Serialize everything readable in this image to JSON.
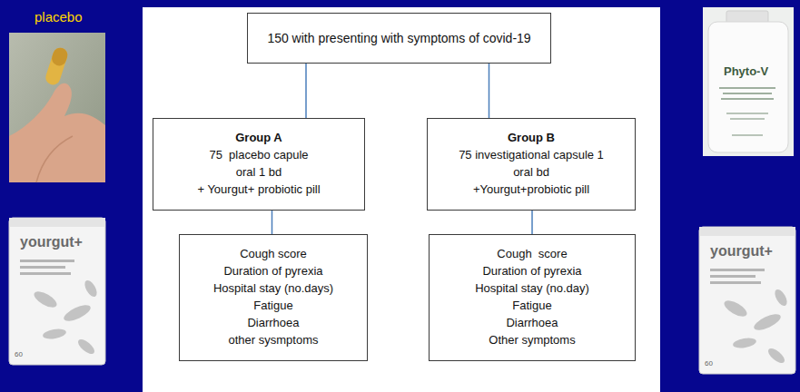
{
  "diagram": {
    "nodes": [
      {
        "text": [
          "150 with presenting with symptoms of covid-19"
        ]
      },
      {
        "text": [
          "Group A",
          "75  placebo capule",
          "oral 1 bd",
          "+ Yourgut+ probiotic pill"
        ]
      },
      {
        "text": [
          "Group B",
          "75 investigational capsule 1",
          "oral bd",
          "+Yourgut+probiotic pill"
        ]
      },
      {
        "text": [
          "Cough score",
          "Duration of pyrexia",
          "Hospital stay (no.days)",
          "Fatigue",
          "Diarrhoea",
          "other sysmptoms"
        ]
      },
      {
        "text": [
          "Cough  score",
          "Duration of pyrexia",
          "Hospital stay (no.day)",
          "Fatigue",
          "Diarrhoea",
          "Other symptoms"
        ]
      }
    ],
    "edges": [
      {
        "from": 0,
        "to": 1,
        "arrow": "none"
      },
      {
        "from": 0,
        "to": 2,
        "arrow": "none"
      },
      {
        "from": 1,
        "to": 3,
        "arrow": "none"
      },
      {
        "from": 2,
        "to": 4,
        "arrow": "none"
      }
    ],
    "labels": [
      "placebo",
      "yourgut+",
      "60",
      "Phyto-V",
      "yourgut+",
      "60"
    ]
  }
}
